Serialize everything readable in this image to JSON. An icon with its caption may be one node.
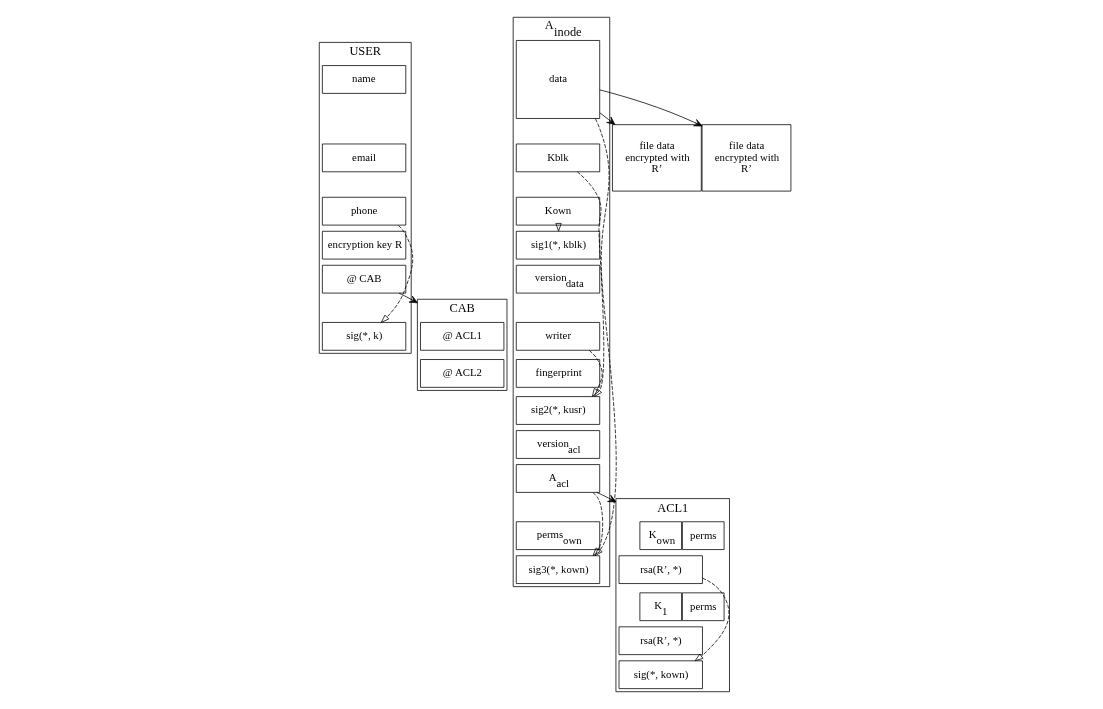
{
  "diagram": {
    "nodes": [
      {
        "text": [
          "USER"
        ]
      },
      {
        "text": [
          "name"
        ],
        "in": 0
      },
      {
        "text": [
          "email"
        ],
        "in": 0
      },
      {
        "text": [
          "phone"
        ],
        "in": 0
      },
      {
        "text": [
          "encryption key R"
        ],
        "in": 0
      },
      {
        "text": [
          "@ CAB"
        ],
        "in": 0
      },
      {
        "text": [
          "sig(*, k)"
        ],
        "in": 0
      },
      {
        "text": [
          "CAB"
        ]
      },
      {
        "text": [
          "@ ACL1"
        ],
        "in": 7
      },
      {
        "text": [
          "@ ACL2"
        ],
        "in": 7
      },
      {
        "text": [
          "A$_{inode}$"
        ]
      },
      {
        "text": [
          "data"
        ],
        "in": 10
      },
      {
        "text": [
          "Kblk"
        ],
        "in": 10
      },
      {
        "text": [
          "Kown"
        ],
        "in": 10
      },
      {
        "text": [
          "sig1(*, kblk)"
        ],
        "in": 10
      },
      {
        "text": [
          "version$_{data}$"
        ],
        "in": 10
      },
      {
        "text": [
          "writer"
        ],
        "in": 10
      },
      {
        "text": [
          "fingerprint"
        ],
        "in": 10
      },
      {
        "text": [
          "sig2(*, kusr)"
        ],
        "in": 10
      },
      {
        "text": [
          "version$_{acl}$"
        ],
        "in": 10
      },
      {
        "text": [
          "A$_{acl}$"
        ],
        "in": 10
      },
      {
        "text": [
          "perms$_{own}$"
        ],
        "in": 10
      },
      {
        "text": [
          "sig3(*, kown)"
        ],
        "in": 10
      },
      {
        "text": [
          "file data encrypted with R’"
        ]
      },
      {
        "text": [
          "file data encrypted with R’"
        ]
      },
      {
        "text": [
          "ACL1"
        ]
      },
      {
        "text": [
          "K$_{own}$"
        ],
        "in": 25
      },
      {
        "text": [
          "perms"
        ],
        "in": 25
      },
      {
        "text": [
          "rsa(R’, *)"
        ],
        "in": 25
      },
      {
        "text": [
          "K$_{1}$"
        ],
        "in": 25
      },
      {
        "text": [
          "perms"
        ],
        "in": 25
      },
      {
        "text": [
          "rsa(R’, *)"
        ],
        "in": 25
      },
      {
        "text": [
          "sig(*, kown)"
        ],
        "in": 25
      }
    ],
    "edges": [
      {
        "from": 3,
        "to": 6,
        "arrow": "to",
        "style": "dashed"
      },
      {
        "from": 5,
        "to": 7,
        "arrow": "to"
      },
      {
        "from": 11,
        "to": 23,
        "arrow": "to"
      },
      {
        "from": 11,
        "to": 24,
        "arrow": "to"
      },
      {
        "from": 11,
        "to": 22,
        "arrow": "to",
        "style": "dashed"
      },
      {
        "from": 12,
        "to": 18,
        "arrow": "to",
        "style": "dashed"
      },
      {
        "from": 13,
        "to": 14,
        "arrow": "to",
        "style": "dashed"
      },
      {
        "from": 16,
        "to": 18,
        "arrow": "to",
        "style": "dashed"
      },
      {
        "from": 20,
        "to": 22,
        "arrow": "to",
        "style": "dashed"
      },
      {
        "from": 20,
        "to": 25,
        "arrow": "to"
      },
      {
        "from": 28,
        "to": 32,
        "arrow": "to",
        "style": "dashed"
      }
    ]
  }
}
